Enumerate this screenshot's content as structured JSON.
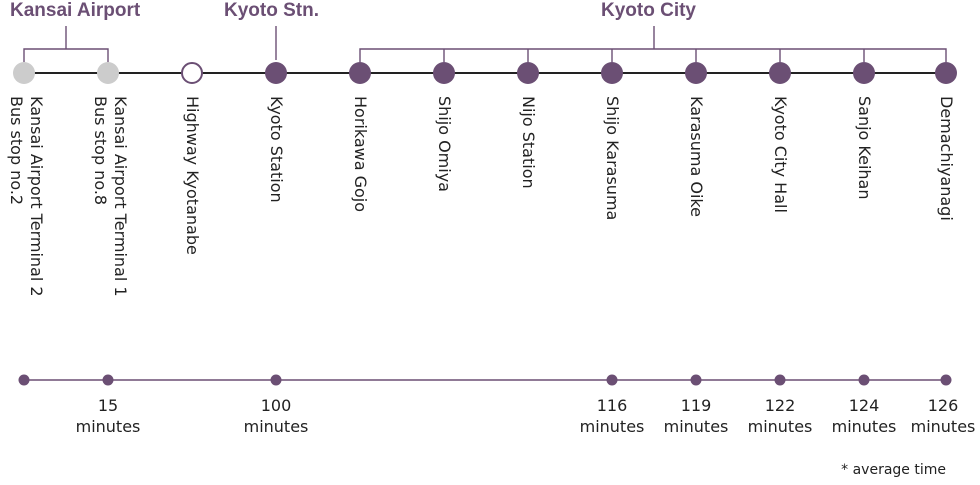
{
  "groups": {
    "kansai": "Kansai Airport",
    "kyoto_stn": "Kyoto Stn.",
    "kyoto_city": "Kyoto City"
  },
  "colors": {
    "accent": "#6b4f74",
    "airport_stop": "#cccccc",
    "line": "#222222"
  },
  "stops": [
    {
      "lines": [
        "Kansai Airport Terminal 2",
        "Bus stop no.2"
      ],
      "style": "airport"
    },
    {
      "lines": [
        "Kansai Airport Terminal 1",
        "Bus stop no.8"
      ],
      "style": "airport"
    },
    {
      "lines": [
        "Highway Kyotanabe"
      ],
      "style": "open"
    },
    {
      "lines": [
        "Kyoto Station"
      ],
      "style": "filled"
    },
    {
      "lines": [
        "Horikawa Gojo"
      ],
      "style": "filled"
    },
    {
      "lines": [
        "Shijo Omiya"
      ],
      "style": "filled"
    },
    {
      "lines": [
        "Nijo Station"
      ],
      "style": "filled"
    },
    {
      "lines": [
        "Shijo Karasuma"
      ],
      "style": "filled"
    },
    {
      "lines": [
        "Karasuma Oike"
      ],
      "style": "filled"
    },
    {
      "lines": [
        "Kyoto City Hall"
      ],
      "style": "filled"
    },
    {
      "lines": [
        "Sanjo Keihan"
      ],
      "style": "filled"
    },
    {
      "lines": [
        "Demachiyanagi"
      ],
      "style": "filled"
    }
  ],
  "times": {
    "t1": {
      "value": "15",
      "unit": "minutes"
    },
    "t2": {
      "value": "100",
      "unit": "minutes"
    },
    "t3": {
      "value": "116",
      "unit": "minutes"
    },
    "t4": {
      "value": "119",
      "unit": "minutes"
    },
    "t5": {
      "value": "122",
      "unit": "minutes"
    },
    "t6": {
      "value": "124",
      "unit": "minutes"
    },
    "t7": {
      "value": "126",
      "unit": "minutes"
    }
  },
  "footnote": "* average time"
}
